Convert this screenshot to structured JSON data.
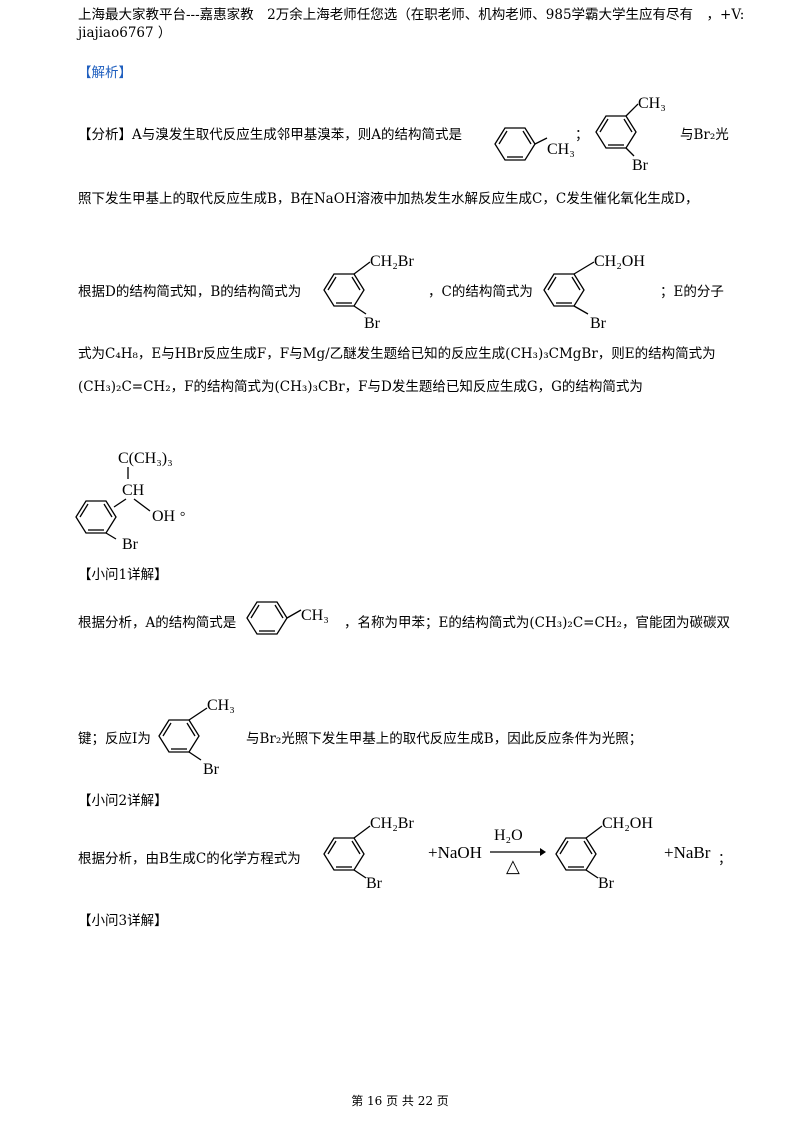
{
  "header": {
    "line1": "上海最大家教平台---嘉惠家教　2万余上海老师任您选（在职老师、机构老师、985学霸大学生应有尽有　，+V:",
    "line2": "jiajiao6767 ）"
  },
  "section_label": "【解析】",
  "analysis": {
    "p1_a": "【分析】A与溴发生取代反应生成邻甲基溴苯，则A的结构简式是",
    "p1_sep": "；",
    "p1_b": "与Br₂光",
    "p2": "照下发生甲基上的取代反应生成B，B在NaOH溶液中加热发生水解反应生成C，C发生催化氧化生成D，",
    "p3_a": "根据D的结构简式知，B的结构简式为",
    "p3_b": "，C的结构简式为",
    "p3_c": "；E的分子",
    "p4": "式为C₄H₈，E与HBr反应生成F，F与Mg/乙醚发生题给已知的反应生成(CH₃)₃CMgBr，则E的结构简式为",
    "p5": "(CH₃)₂C=CH₂，F的结构简式为(CH₃)₃CBr，F与D发生题给已知反应生成G，G的结构简式为",
    "p6_end": "。"
  },
  "q1": {
    "heading": "【小问1详解】",
    "p1_a": "根据分析，A的结构简式是",
    "p1_b": "，名称为甲苯；E的结构简式为(CH₃)₂C=CH₂，官能团为碳碳双",
    "p2_a": "键；反应I为",
    "p2_b": "与Br₂光照下发生甲基上的取代反应生成B，因此反应条件为光照；"
  },
  "q2": {
    "heading": "【小问2详解】",
    "p1_a": "根据分析，由B生成C的化学方程式为",
    "plus_naoh": "+NaOH",
    "arrow_top": "H₂O",
    "arrow_bottom": "△",
    "plus_nabr": "+NaBr",
    "end": "；"
  },
  "q3": {
    "heading": "【小问3详解】"
  },
  "structures": {
    "ch3": "CH₃",
    "br": "Br",
    "ch2br": "CH₂Br",
    "ch2oh": "CH₂OH",
    "c_ch3_3": "C(CH₃)₃",
    "ch": "CH",
    "oh": "OH"
  },
  "footer": "第 16 页 共 22 页"
}
